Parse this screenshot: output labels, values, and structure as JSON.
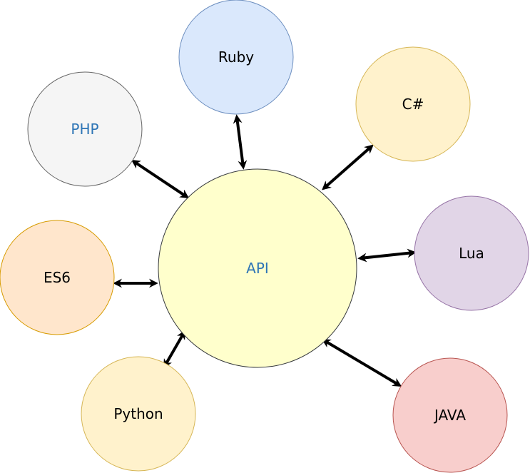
{
  "center": {
    "label": "API",
    "fill": "#FFFFCC",
    "stroke": "#36393D",
    "text_color": "#2E75B6"
  },
  "nodes": [
    {
      "id": "ruby",
      "label": "Ruby",
      "fill": "#DAE8FC",
      "stroke": "#6C8EBF",
      "text_color": "#000000"
    },
    {
      "id": "csharp",
      "label": "C#",
      "fill": "#FFF2CC",
      "stroke": "#D6B656",
      "text_color": "#000000"
    },
    {
      "id": "php",
      "label": "PHP",
      "fill": "#F5F5F5",
      "stroke": "#666666",
      "text_color": "#2E75B6"
    },
    {
      "id": "lua",
      "label": "Lua",
      "fill": "#E1D5E7",
      "stroke": "#9673A6",
      "text_color": "#000000"
    },
    {
      "id": "es6",
      "label": "ES6",
      "fill": "#FFE6CC",
      "stroke": "#D79B00",
      "text_color": "#000000"
    },
    {
      "id": "python",
      "label": "Python",
      "fill": "#FFF2CC",
      "stroke": "#D6B656",
      "text_color": "#000000"
    },
    {
      "id": "java",
      "label": "JAVA",
      "fill": "#F8CECC",
      "stroke": "#B85450",
      "text_color": "#000000"
    }
  ],
  "edges": [
    {
      "from": "ruby",
      "to": "api",
      "style": "bidirectional"
    },
    {
      "from": "csharp",
      "to": "api",
      "style": "bidirectional"
    },
    {
      "from": "php",
      "to": "api",
      "style": "bidirectional"
    },
    {
      "from": "lua",
      "to": "api",
      "style": "bidirectional"
    },
    {
      "from": "es6",
      "to": "api",
      "style": "bidirectional"
    },
    {
      "from": "python",
      "to": "api",
      "style": "bidirectional"
    },
    {
      "from": "java",
      "to": "api",
      "style": "bidirectional"
    }
  ]
}
